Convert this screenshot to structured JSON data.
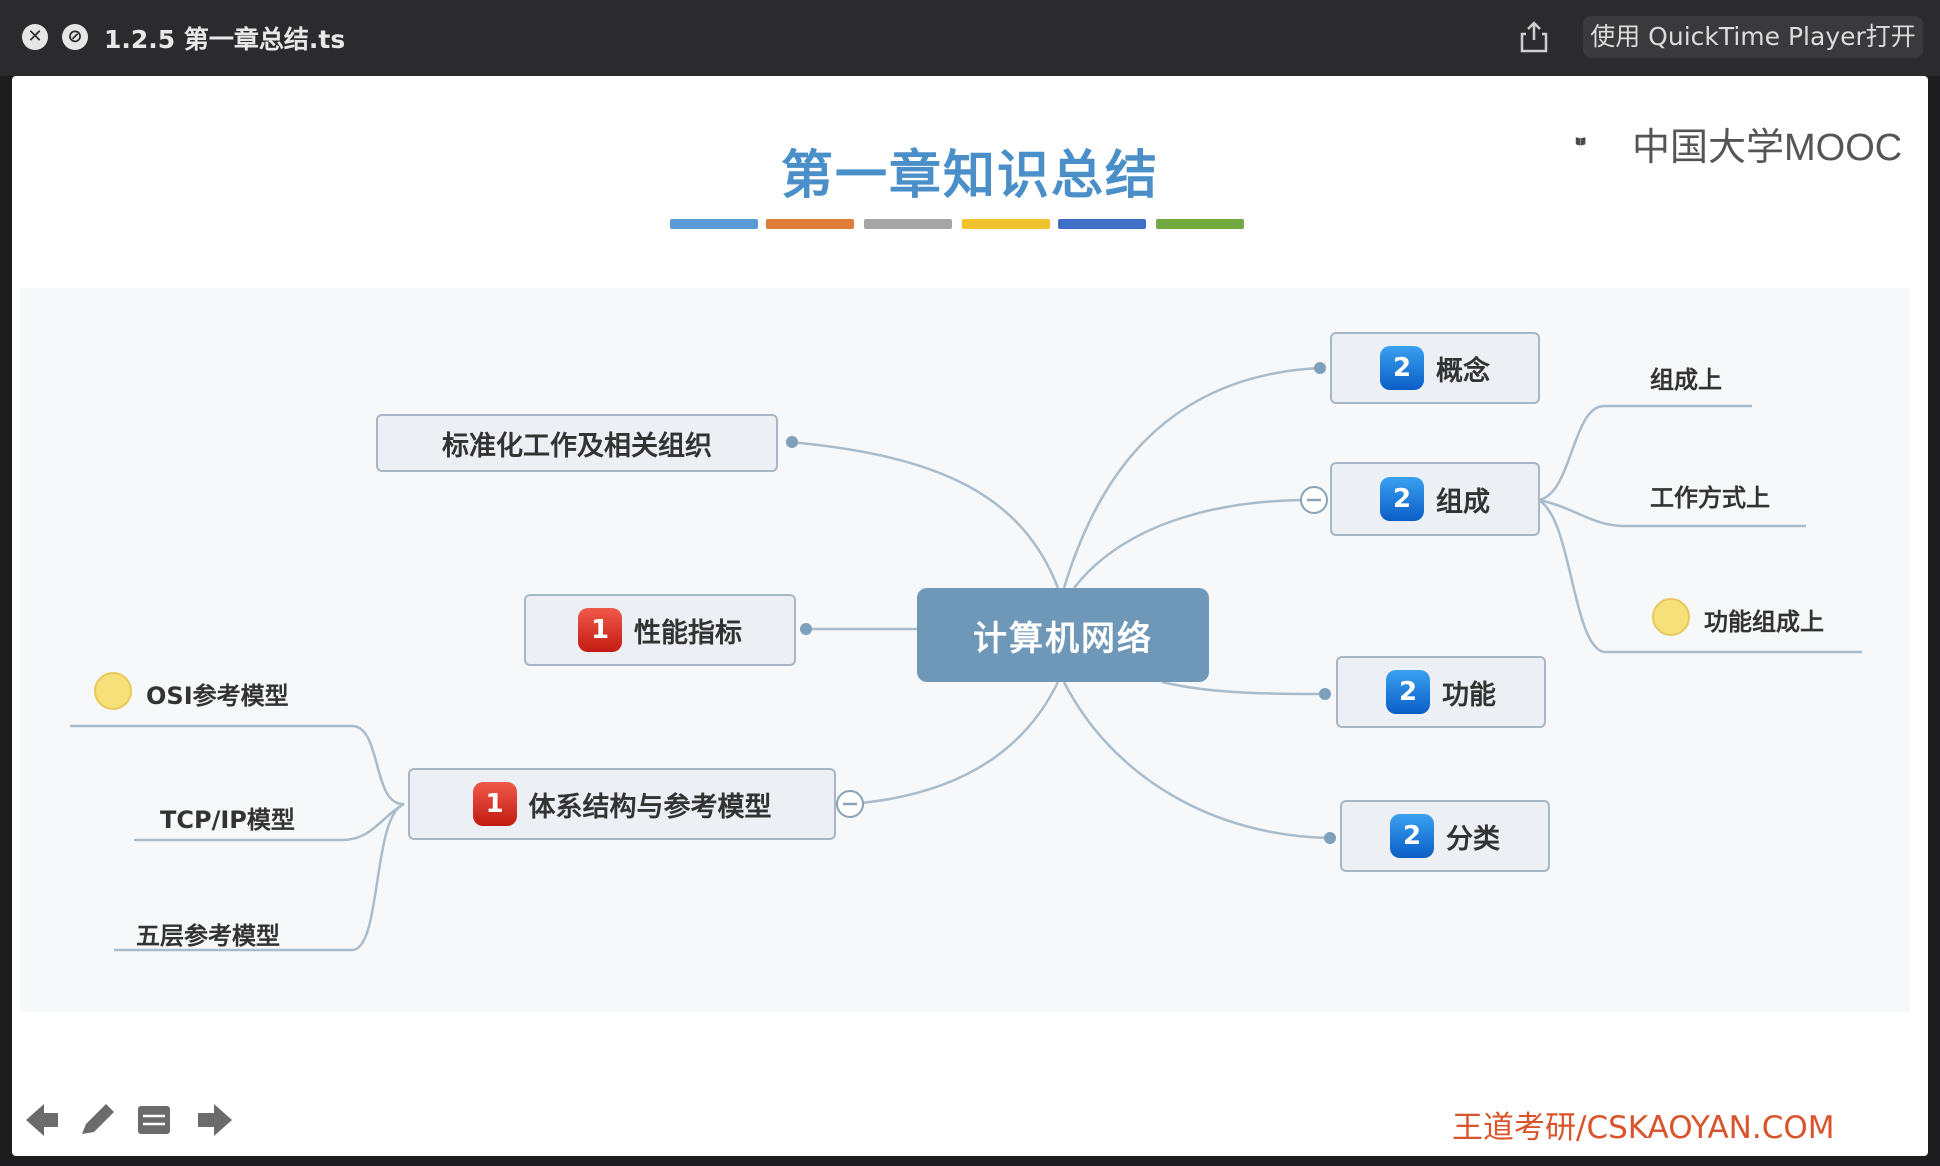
{
  "window": {
    "title": "1.2.5 第一章总结.ts",
    "open_button": "使用 QuickTime Player打开",
    "close_icon": "close-icon",
    "secondary_icon": "disable-icon",
    "share_icon": "share-icon"
  },
  "slide": {
    "title": "第一章知识总结",
    "color_bars": [
      "#5b9bd5",
      "#e07b3a",
      "#a5a5a5",
      "#f2c12e",
      "#3f6ec6",
      "#72a83d"
    ],
    "logo_text": "中国大学MOOC",
    "footer_brand": "王道考研/CSKAOYAN.COM"
  },
  "mindmap": {
    "center": "计算机网络",
    "left_nodes": {
      "standards": "标准化工作及相关组织",
      "performance": {
        "badge": "1",
        "label": "性能指标"
      },
      "architecture": {
        "badge": "1",
        "label": "体系结构与参考模型"
      }
    },
    "architecture_children": [
      "OSI参考模型",
      "TCP/IP模型",
      "五层参考模型"
    ],
    "right_nodes": {
      "concept": {
        "badge": "2",
        "label": "概念"
      },
      "composition": {
        "badge": "2",
        "label": "组成"
      },
      "function": {
        "badge": "2",
        "label": "功能"
      },
      "classification": {
        "badge": "2",
        "label": "分类"
      }
    },
    "composition_children": [
      "组成上",
      "工作方式上",
      "功能组成上"
    ]
  },
  "player_controls": [
    "back-arrow-icon",
    "pen-icon",
    "notes-icon",
    "forward-arrow-icon"
  ]
}
